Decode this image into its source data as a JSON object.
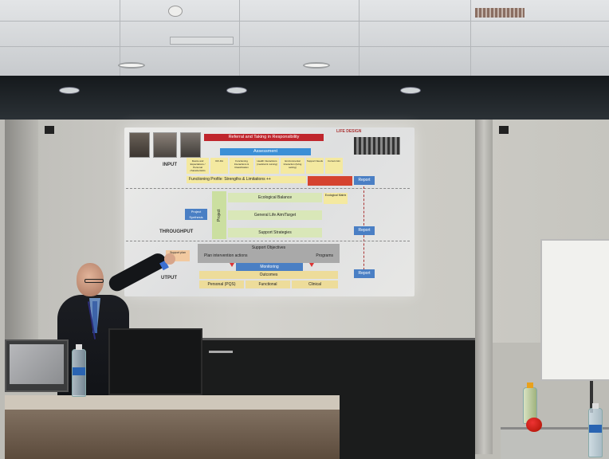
{
  "slide": {
    "title_banner": "Referral and Taking in Responsibility",
    "brand": "LIFE DESIGN",
    "assessment": "Assessment",
    "input_label": "INPUT",
    "throughput_label": "THROUGHPUT",
    "output_label": "UTPUT",
    "input_boxes": [
      "Desire and Expectations / Personal characteristics",
      "ICF-DA",
      "Functioning Interactions & Classification",
      "Health Interactions (medical & nursing)",
      "Environmental Interaction (living setting)",
      "Support Needs",
      "Current Aim"
    ],
    "profile_bar": "Functioning Profile: Strengths & Limitations ++",
    "project_label": "Project",
    "project_synthesis": "Project Synthesis",
    "ecological_balance": "Ecological Balance",
    "ecological_matrix": "Ecological Matrix",
    "general_life_aim": "General Life Aim/Target",
    "support_strategies": "Support Strategies",
    "support_objectives": "Support Objectives",
    "plan_text": "Plan intervention actions",
    "programs": "Programs",
    "support_plan": "Support plan",
    "monitoring": "Monitoring",
    "outcomes": "Outcomes",
    "outcome_boxes": [
      "Personal (PQS)",
      "Functional",
      "Clinical"
    ],
    "report_labels": [
      "Report",
      "Report",
      "Report"
    ],
    "footnote_left": "",
    "footnote_right": ""
  },
  "colors": {
    "banner_red": "#c0262d",
    "assessment_blue": "#3b8fd6",
    "box_yellow": "#f4e9a0",
    "box_green": "#d9e7b8",
    "project_green": "#cbdfa0",
    "support_gray": "#a9a9a9",
    "report_blue": "#4a7fc4",
    "outcome_tan": "#eddc9a"
  }
}
